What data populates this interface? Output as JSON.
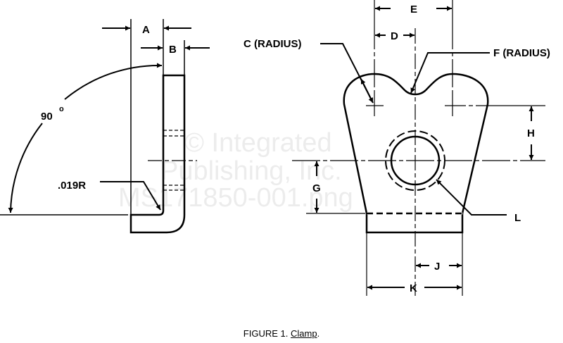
{
  "figure": {
    "caption_prefix": "FIGURE 1.",
    "caption_title": "Clamp",
    "caption_suffix": "."
  },
  "side_view": {
    "dim_a": "A",
    "dim_b": "B",
    "angle": "90",
    "angle_unit": "o",
    "bend_radius": ".019R"
  },
  "front_view": {
    "dim_c": "C (RADIUS)",
    "dim_d": "D",
    "dim_e": "E",
    "dim_f": "F (RADIUS)",
    "dim_g": "G",
    "dim_h": "H",
    "dim_j": "J",
    "dim_k": "K",
    "dim_l": "L"
  },
  "watermark": {
    "line1": "© Integrated",
    "line2": "Publishing, Inc.",
    "line3": "MS171850-001.png"
  }
}
